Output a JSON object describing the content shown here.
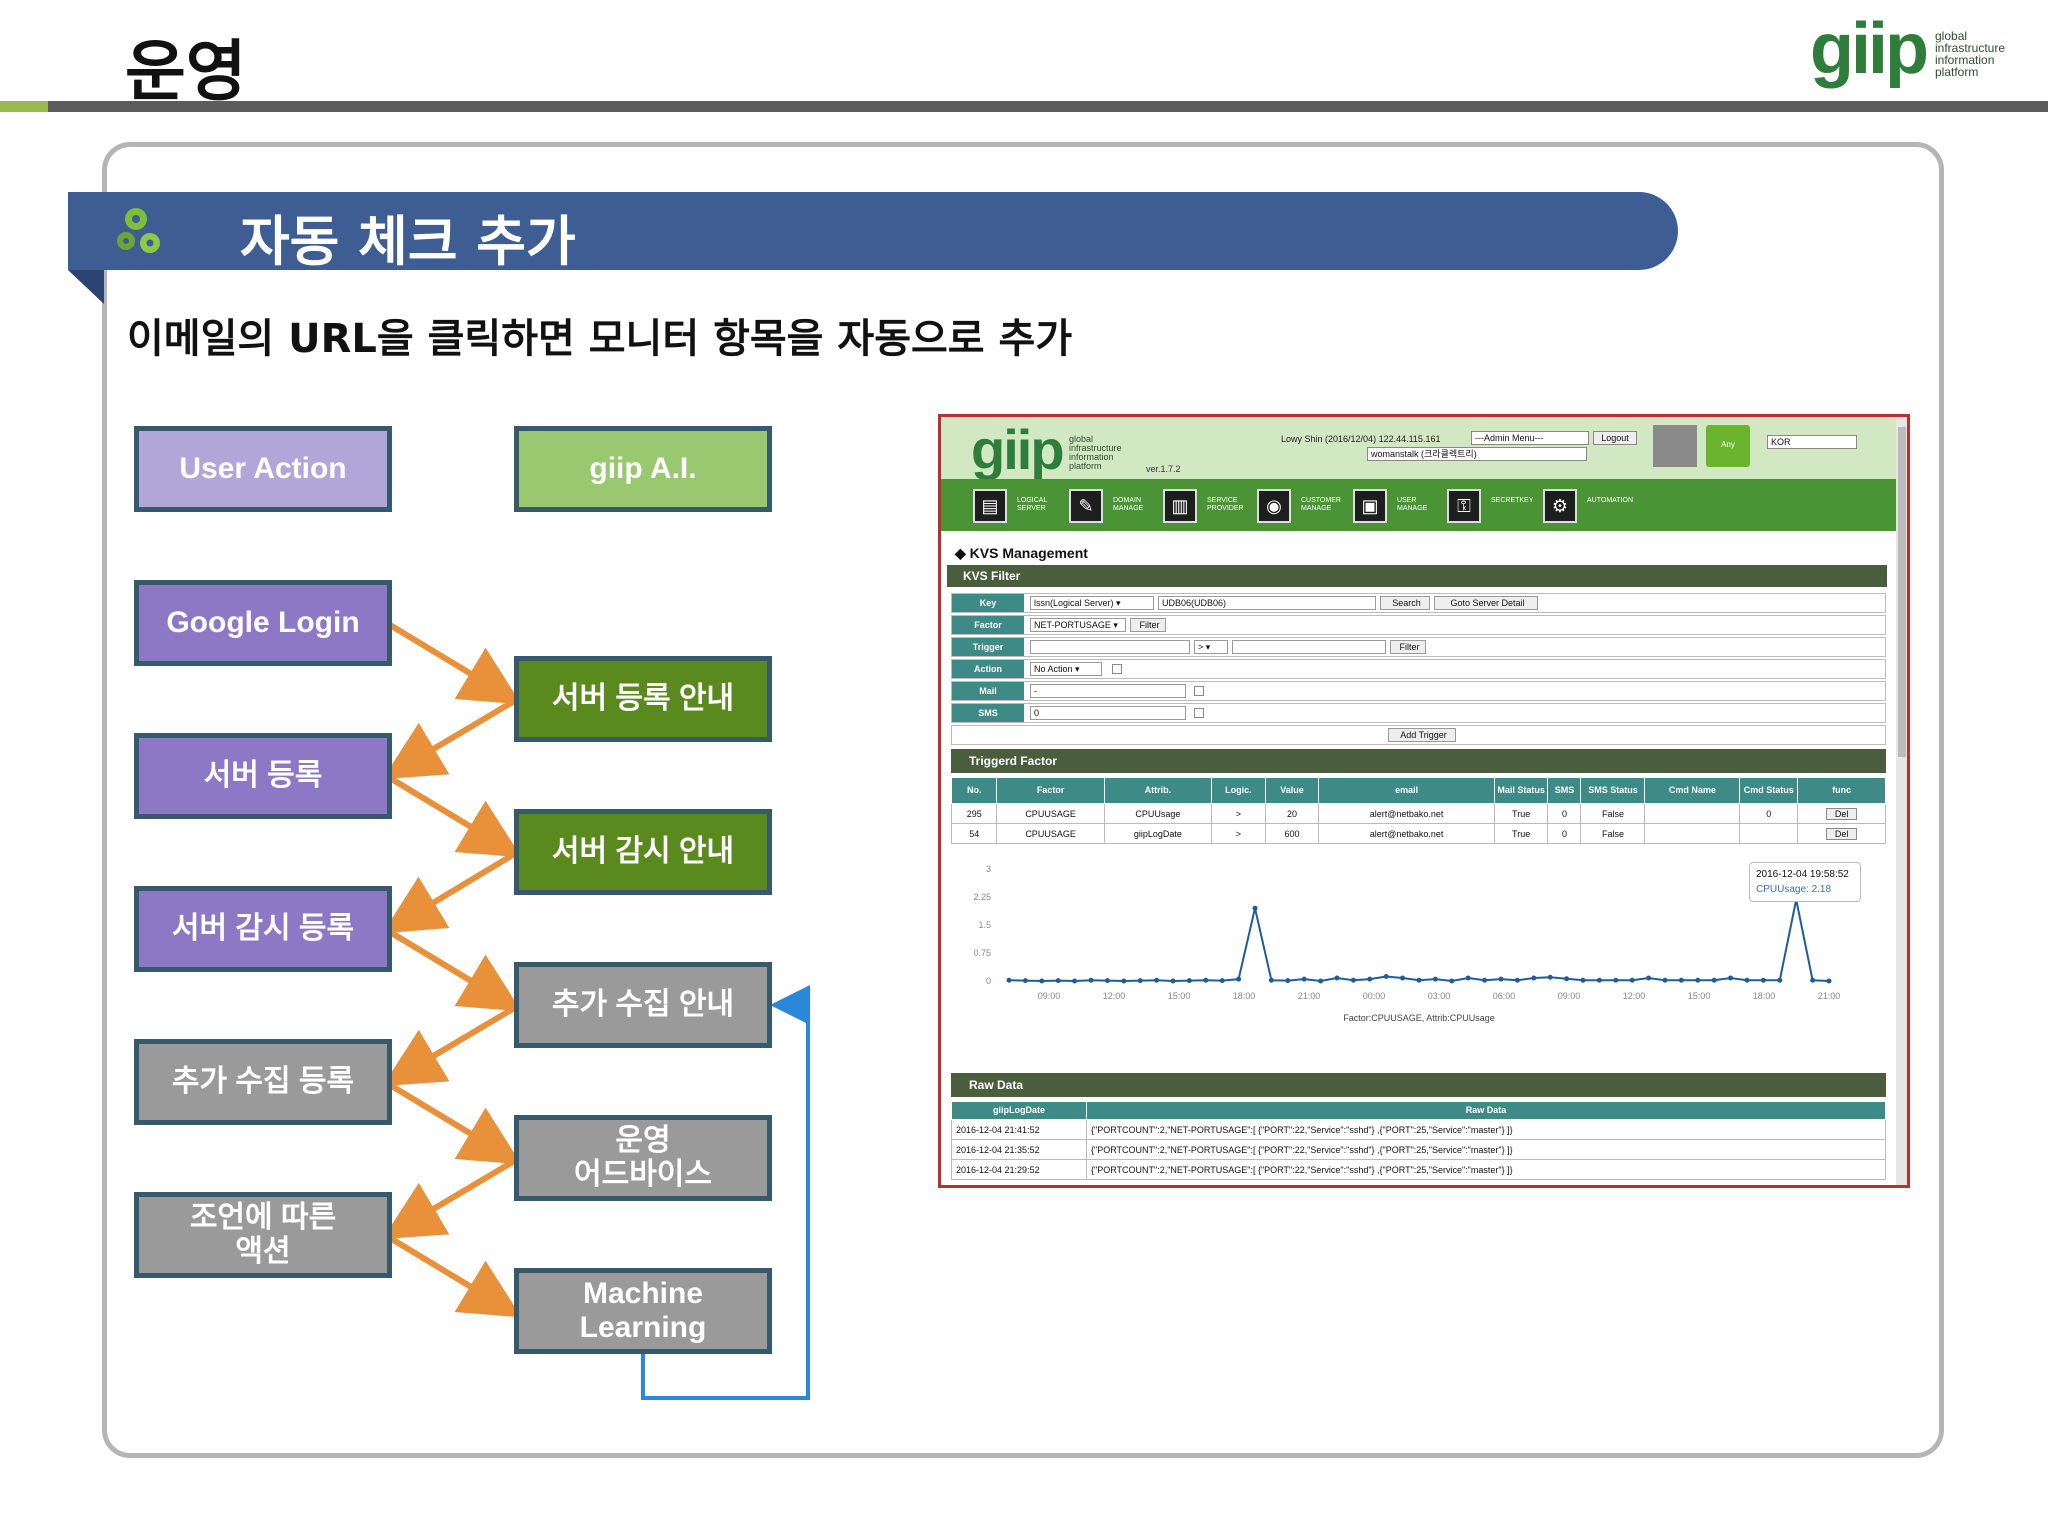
{
  "header": {
    "title": "운영",
    "logo": "giip",
    "logo_sub": [
      "global",
      "infrastructure",
      "information",
      "platform"
    ]
  },
  "colors": {
    "banner": "#3d5d93",
    "purple_box": "#8c78c4",
    "green_box": "#5a8a1e",
    "gray_box": "#9a9a9a",
    "arrow_orange": "#e8913a",
    "arrow_blue": "#2b88d8",
    "accent_bar": "#9ab84e"
  },
  "banner": {
    "title": "자동 체크 추가",
    "icon": "gears-icon"
  },
  "subtitle": "이메일의 URL을 클릭하면 모니터 항목을 자동으로 추가",
  "flow": {
    "left_header": "User Action",
    "right_header": "giip A.I.",
    "left": [
      "Google Login",
      "서버 등록",
      "서버 감시 등록",
      "추가 수집 등록",
      "조언에 따른\n액션"
    ],
    "right": [
      "서버 등록 안내",
      "서버 감시 안내",
      "추가 수집 안내",
      "운영\n어드바이스",
      "Machine\nLearning"
    ]
  },
  "screenshot": {
    "logo": "giip",
    "logo_sub": [
      "global",
      "infrastructure",
      "information",
      "platform"
    ],
    "version": "ver.1.7.2",
    "user_info": "Lowy Shin (2016/12/04) 122.44.115.161",
    "admin_menu": "---Admin Menu---",
    "logout": "Logout",
    "tenant": "womanstalk (크라클렉트리)",
    "any_questions": "Any Questions",
    "language": "KOR",
    "nav": [
      {
        "icon": "server-icon",
        "label": "LOGICAL SERVER"
      },
      {
        "icon": "domain-icon",
        "label": "DOMAIN MANAGE"
      },
      {
        "icon": "building-icon",
        "label": "SERVICE PROVIDER"
      },
      {
        "icon": "globe-icon",
        "label": "CUSTOMER MANAGE"
      },
      {
        "icon": "user-card-icon",
        "label": "USER MANAGE"
      },
      {
        "icon": "lock-icon",
        "label": "SECRETKEY"
      },
      {
        "icon": "gears-icon",
        "label": "AUTOMATION"
      }
    ],
    "page_title": "◆ KVS Management",
    "filter_title": "KVS Filter",
    "filter": {
      "key_label": "Key",
      "key_type": "lssn(Logical Server) ▾",
      "key_value": "UDB06(UDB06)",
      "search": "Search",
      "goto": "Goto Server Detail",
      "factor_label": "Factor",
      "factor_value": "NET-PORTUSAGE ▾",
      "factor_filter": "Filter",
      "trigger_label": "Trigger",
      "trigger_op": "> ▾",
      "trigger_filter": "Filter",
      "action_label": "Action",
      "action_value": "No Action ▾",
      "mail_label": "Mail",
      "mail_value": "-",
      "sms_label": "SMS",
      "sms_value": "0",
      "add_trigger": "Add Trigger"
    },
    "triggered_title": "Triggerd Factor",
    "triggered_headers": [
      "No.",
      "Factor",
      "Attrib.",
      "Logic.",
      "Value",
      "email",
      "Mail Status",
      "SMS",
      "SMS Status",
      "Cmd Name",
      "Cmd Status",
      "func"
    ],
    "triggered_rows": [
      [
        "295",
        "CPUUSAGE",
        "CPUUsage",
        ">",
        "20",
        "alert@netbako.net",
        "True",
        "0",
        "False",
        "",
        "0",
        "Del"
      ],
      [
        "54",
        "CPUUSAGE",
        "giipLogDate",
        ">",
        "600",
        "alert@netbako.net",
        "True",
        "0",
        "False",
        "",
        "",
        "Del"
      ]
    ],
    "chart_tooltip": {
      "time": "2016-12-04 19:58:52",
      "value": "CPUUsage: 2.18"
    },
    "raw_title": "Raw Data",
    "raw_headers": [
      "giipLogDate",
      "Raw Data"
    ],
    "raw_rows": [
      [
        "2016-12-04 21:41:52",
        "{\"PORTCOUNT\":2,\"NET-PORTUSAGE\":[ {\"PORT\":22,\"Service\":\"sshd\"} ,{\"PORT\":25,\"Service\":\"master\"} ]}"
      ],
      [
        "2016-12-04 21:35:52",
        "{\"PORTCOUNT\":2,\"NET-PORTUSAGE\":[ {\"PORT\":22,\"Service\":\"sshd\"} ,{\"PORT\":25,\"Service\":\"master\"} ]}"
      ],
      [
        "2016-12-04 21:29:52",
        "{\"PORTCOUNT\":2,\"NET-PORTUSAGE\":[ {\"PORT\":22,\"Service\":\"sshd\"} ,{\"PORT\":25,\"Service\":\"master\"} ]}"
      ]
    ]
  },
  "chart_data": {
    "type": "line",
    "title": "",
    "xlabel": "Factor:CPUUSAGE, Attrib:CPUUsage",
    "ylabel": "",
    "ylim": [
      0,
      3
    ],
    "y_ticks": [
      "3",
      "2.25",
      "1.5",
      "0.75",
      "0"
    ],
    "x_ticks": [
      "09:00",
      "12:00",
      "15:00",
      "18:00",
      "21:00",
      "00:00",
      "03:00",
      "06:00",
      "09:00",
      "12:00",
      "15:00",
      "18:00",
      "21:00"
    ],
    "series": [
      {
        "values": [
          0.02,
          0.01,
          0.0,
          0.01,
          0.0,
          0.02,
          0.01,
          0.0,
          0.01,
          0.02,
          0.0,
          0.01,
          0.02,
          0.01,
          0.05,
          1.95,
          0.02,
          0.01,
          0.05,
          0.0,
          0.08,
          0.02,
          0.05,
          0.12,
          0.08,
          0.02,
          0.05,
          0.0,
          0.08,
          0.02,
          0.05,
          0.02,
          0.08,
          0.1,
          0.06,
          0.02,
          0.02,
          0.02,
          0.02,
          0.08,
          0.02,
          0.02,
          0.02,
          0.02,
          0.08,
          0.02,
          0.02,
          0.02,
          2.18,
          0.02,
          0.0
        ]
      }
    ],
    "grid": false
  }
}
